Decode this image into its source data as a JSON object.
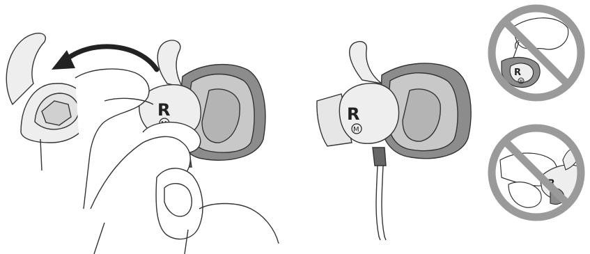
{
  "illustration": {
    "step1": {
      "side_letter": "R",
      "size_letter": "M",
      "arrow_icon": "rotate-arrow-icon"
    },
    "step2": {
      "side_letter": "R",
      "size_letter": "M"
    },
    "wrong1": {
      "side_letter": "R",
      "size_letter": "M",
      "icon": "prohibited-icon"
    },
    "wrong2": {
      "side_letter": "R",
      "icon": "prohibited-icon"
    }
  },
  "colors": {
    "line": "#333333",
    "tip_fill": "#eeeeee",
    "bud_fill": "#d9d9d9",
    "bud_dark": "#8c8c8c",
    "prohibit": "#9a9a9a"
  }
}
